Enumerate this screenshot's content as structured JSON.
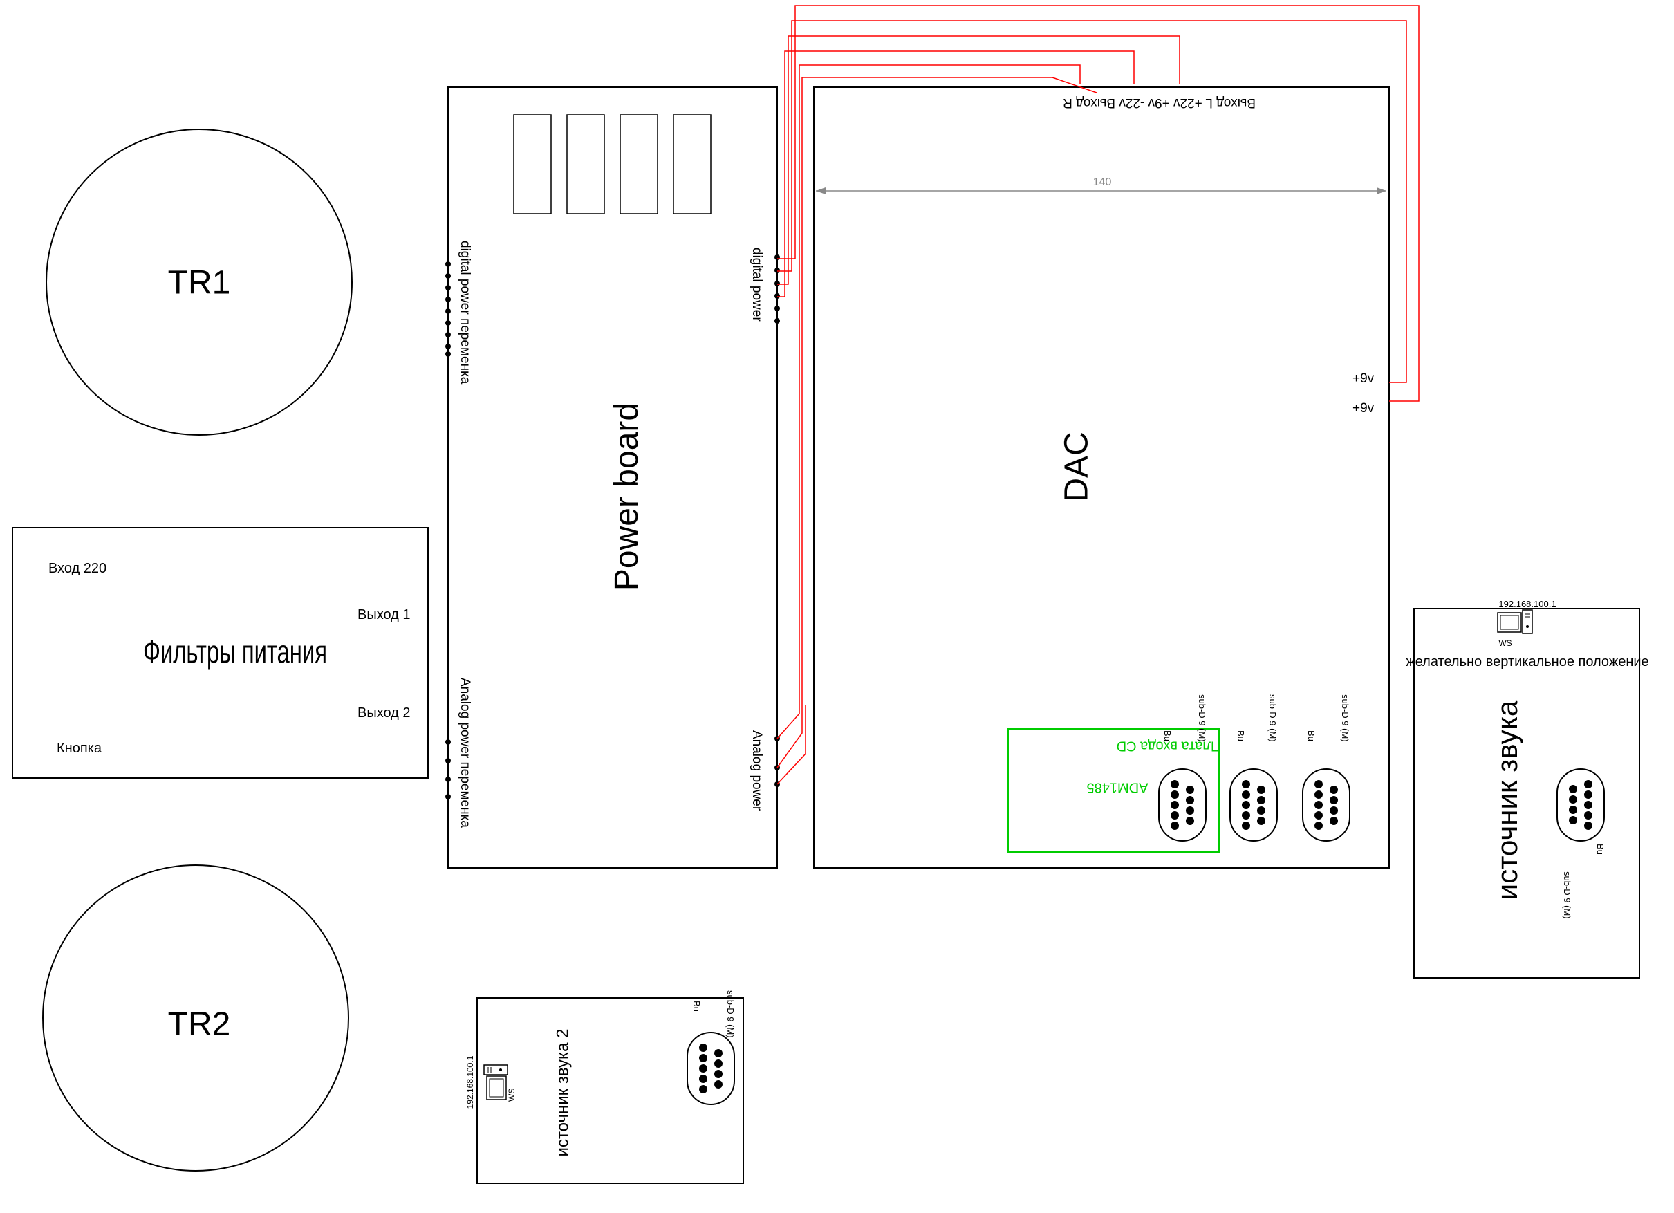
{
  "labels": {
    "tr1": "TR1",
    "tr2": "TR2",
    "filters": {
      "title": "Фильтры питания",
      "input": "Вход 220",
      "out1": "Выход 1",
      "out2": "Выход 2",
      "button": "Кнопка"
    },
    "power_board": {
      "title": "Power board",
      "digital_ac": "digital  power переменка",
      "analog_ac": "Analog power переменка",
      "digital_power": "digital power",
      "analog_power": "Analog power"
    },
    "dac": {
      "title": "DAC",
      "top_outputs": "Выход L +22v  +9v  -22v Выход R",
      "dimension": "140",
      "v9_a": "+9v",
      "v9_b": "+9v",
      "cd_board": "Плата входа CD",
      "chip": "ADM1485"
    },
    "source1": {
      "title": "источник звука",
      "note": "желательно вертикальное положение",
      "ip": "192.168.100.1",
      "ws": "WS"
    },
    "source2": {
      "title": "источник звука 2",
      "ip": "192.168.100.1",
      "ws": "WS"
    },
    "connector": {
      "type": "sub-D 9 (M)",
      "bu": "Bu"
    }
  },
  "colors": {
    "outline": "#000000",
    "wire": "#ff0000",
    "cd_board": "#00cc00",
    "dimension": "#888888"
  }
}
